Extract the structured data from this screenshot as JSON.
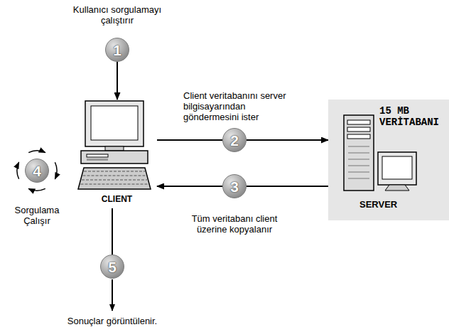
{
  "diagram": {
    "nodes": [
      {
        "text": [
          "1"
        ]
      },
      {
        "text": [
          "CLIENT"
        ]
      },
      {
        "text": [
          "2"
        ]
      },
      {
        "text": [
          "15 MB VERİTABANI",
          "SERVER"
        ]
      },
      {
        "text": [
          "3"
        ]
      },
      {
        "text": [
          "4"
        ]
      },
      {
        "text": [
          "5"
        ]
      }
    ],
    "edges": [
      {
        "from": 0,
        "to": 1,
        "arrow": "to"
      },
      {
        "from": 1,
        "to": 2,
        "arrow": "none"
      },
      {
        "from": 2,
        "to": 3,
        "arrow": "to"
      },
      {
        "from": 3,
        "to": 4,
        "arrow": "none"
      },
      {
        "from": 4,
        "to": 1,
        "arrow": "to"
      },
      {
        "from": 1,
        "to": 6,
        "arrow": "none"
      }
    ],
    "labels": [
      "Kullanıcı sorgulamayı çalıştırır",
      "Client veritabanını server bilgisayarından göndermesini ister",
      "Tüm veritabanı client üzerine kopyalanır",
      "Sorgulama Çalışır",
      "Sonuçlar görüntülenir."
    ]
  }
}
